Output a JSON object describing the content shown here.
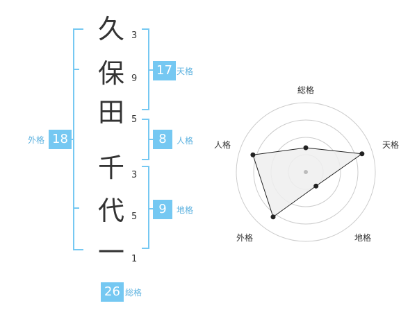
{
  "name": {
    "characters": [
      "久",
      "保",
      "田",
      "千",
      "代",
      "一"
    ],
    "strokes": [
      "3",
      "9",
      "5",
      "3",
      "5",
      "1"
    ]
  },
  "fortune": {
    "tenkaku": {
      "label": "天格",
      "value": "17"
    },
    "jinkaku": {
      "label": "人格",
      "value": "8"
    },
    "chikaku": {
      "label": "地格",
      "value": "9"
    },
    "gaikaku": {
      "label": "外格",
      "value": "18"
    },
    "soukaku": {
      "label": "総格",
      "value": "26"
    }
  },
  "radar": {
    "axes": [
      "総格",
      "天格",
      "地格",
      "外格",
      "人格"
    ],
    "values": [
      0.35,
      0.85,
      0.25,
      0.8,
      0.8
    ],
    "colors": {
      "fill": "#eeeeee",
      "line": "#222222",
      "grid": "#cccccc",
      "center": "#bbbbbb"
    }
  },
  "colors": {
    "bracket": "#75c8f2",
    "badge": "#75c8f2",
    "badge_label": "#5fb3e0"
  }
}
